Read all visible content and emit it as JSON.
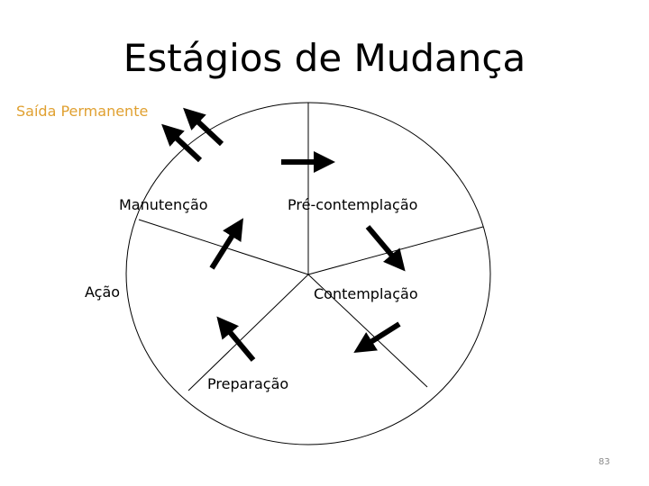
{
  "slide": {
    "title": "Estágios de Mudança",
    "page_number": "83"
  },
  "exit": {
    "label": "Saída Permanente",
    "color": "#E0A030"
  },
  "stages": [
    {
      "label": "Pré-contemplação"
    },
    {
      "label": "Contemplação"
    },
    {
      "label": "Preparação"
    },
    {
      "label": "Ação"
    },
    {
      "label": "Manutenção"
    }
  ],
  "diagram": {
    "shape": "circle divided into 5 sectors",
    "arrows": [
      "exit-arrow-1 (toward Saída Permanente)",
      "exit-arrow-2 (toward Saída Permanente)",
      "cycle-arrow into Pré-contemplação",
      "Pré-contemplação to Contemplação",
      "Contemplação to Preparação",
      "Preparação to Ação",
      "Ação to Manutenção"
    ],
    "line_color": "#000000",
    "arrow_color": "#000000"
  }
}
